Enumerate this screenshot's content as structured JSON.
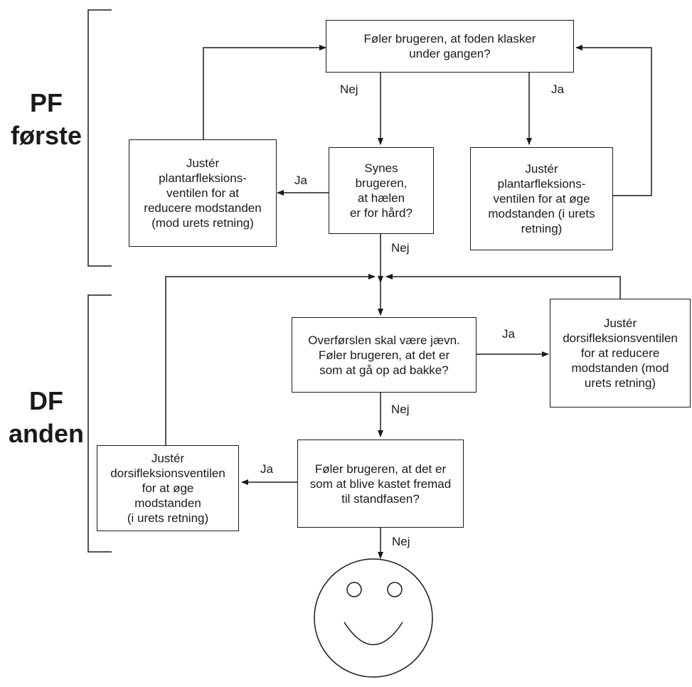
{
  "sections": {
    "pf": "PF\nførste",
    "df": "DF\nanden"
  },
  "boxes": {
    "q_slap": "Føler brugeren, at foden klasker\nunder gangen?",
    "q_heel": "Synes\nbrugeren,\nat hælen\ner for hård?",
    "adj_pf_reduce": "Justér\nplantarfleksions-\nventilen for at\nreducere modstanden\n(mod urets retning)",
    "adj_pf_increase": "Justér\nplantarfleksions-\nventilen for at øge\nmodstanden (i urets\nretning)",
    "q_uphill": "Overførslen skal være jævn.\nFøler brugeren, at det er\nsom at gå op ad bakke?",
    "adj_df_reduce": "Justér\ndorsifleksionsventilen\nfor at reducere\nmodstanden (mod\nurets retning)",
    "q_thrown": "Føler brugeren, at det er\nsom at blive kastet fremad\ntil standfasen?",
    "adj_df_increase": "Justér\ndorsifleksionsventilen\nfor at øge\nmodstanden\n(i urets retning)"
  },
  "edge_labels": {
    "slap_no": "Nej",
    "slap_yes": "Ja",
    "heel_yes": "Ja",
    "heel_no": "Nej",
    "uphill_yes": "Ja",
    "uphill_no": "Nej",
    "thrown_yes": "Ja",
    "thrown_no": "Nej"
  },
  "end_icon": "smiley-face-icon"
}
